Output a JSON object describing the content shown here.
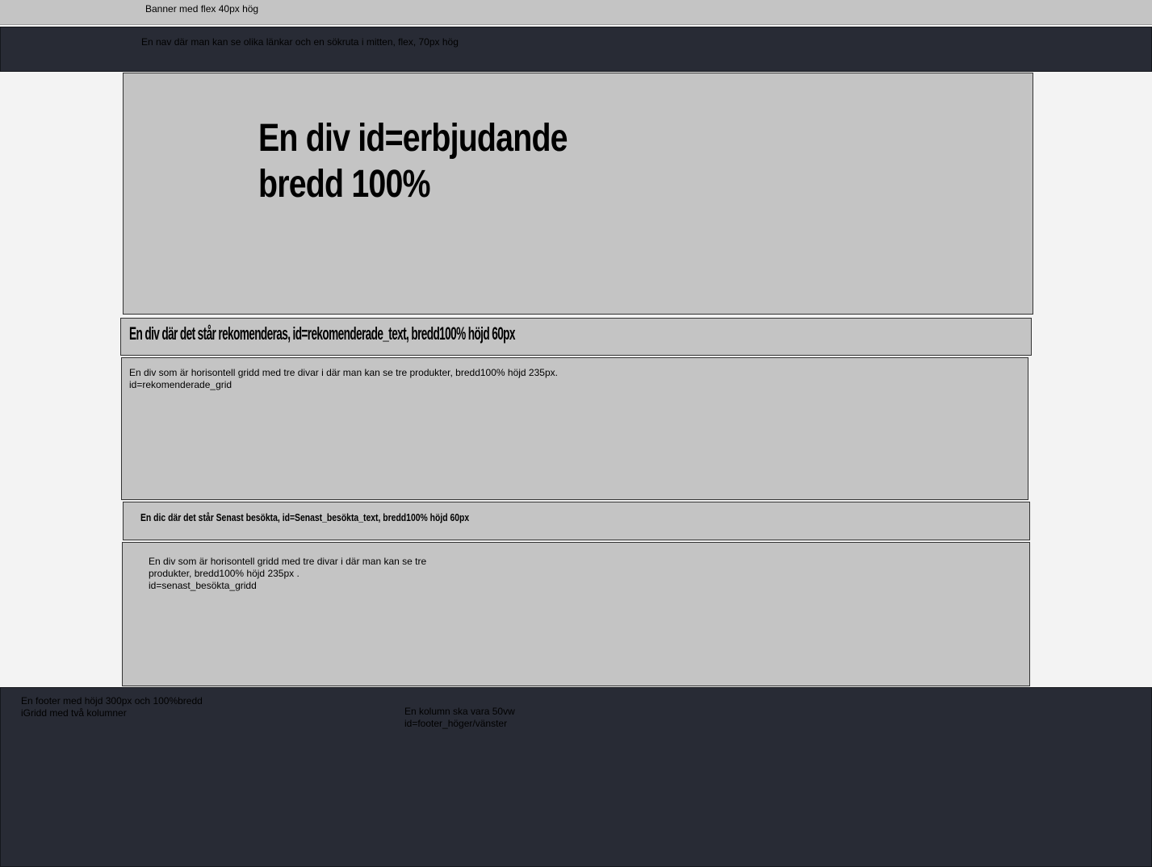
{
  "banner": {
    "text": "Banner med flex 40px hög"
  },
  "nav": {
    "text": "En nav där man kan se olika länkar och en sökruta i mitten, flex, 70px hög"
  },
  "erbjudande": {
    "line1": "En div id=erbjudande",
    "line2": "bredd 100%"
  },
  "rekomenderade_text": {
    "text": "En div där det står rekomenderas, id=rekomenderade_text, bredd100% höjd 60px"
  },
  "rekomenderade_grid": {
    "line1": "En div som är horisontell gridd med tre divar i där man kan se tre produkter, bredd100% höjd 235px.",
    "line2": "id=rekomenderade_grid"
  },
  "senast_besokta_text": {
    "text": "En dic där det står Senast besökta, id=Senast_besökta_text, bredd100% höjd 60px"
  },
  "senast_besokta_gridd": {
    "line1": "En div som är horisontell gridd med tre divar i där man kan se tre",
    "line2": "produkter, bredd100% höjd 235px .",
    "line3": "id=senast_besökta_gridd"
  },
  "footer": {
    "left_line1": "En footer med höjd 300px och 100%bredd",
    "left_line2": "iGridd med två kolumner",
    "right_line1": "En kolumn ska vara 50vw",
    "right_line2": "id=footer_höger/vänster"
  }
}
